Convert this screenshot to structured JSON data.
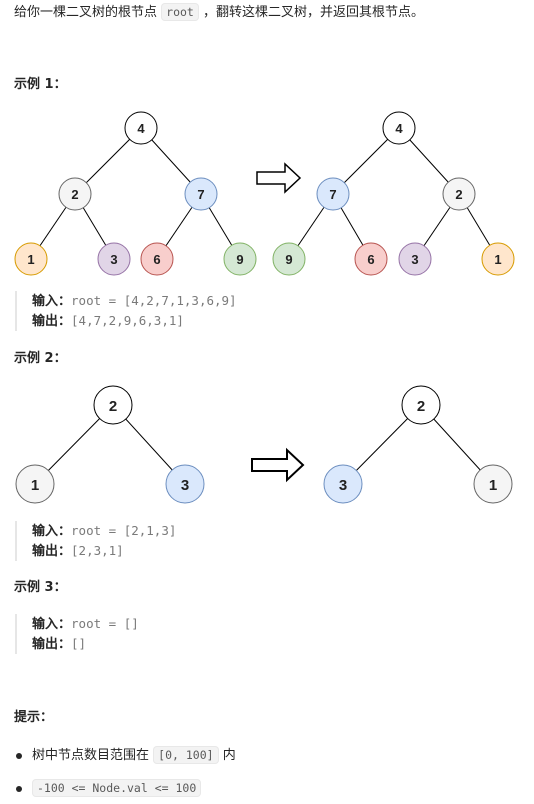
{
  "intro": {
    "prefix": "给你一棵二叉树的根节点",
    "code": "root",
    "suffix": "，翻转这棵二叉树，并返回其根节点。"
  },
  "examples": [
    {
      "heading": "示例 1：",
      "input_label": "输入：",
      "input_value": "root = [4,2,7,1,3,6,9]",
      "output_label": "输出：",
      "output_value": "[4,7,2,9,6,3,1]",
      "before_tree": [
        "4",
        "2",
        "7",
        "1",
        "3",
        "6",
        "9"
      ],
      "after_tree": [
        "4",
        "7",
        "2",
        "9",
        "6",
        "3",
        "1"
      ]
    },
    {
      "heading": "示例 2：",
      "input_label": "输入：",
      "input_value": "root = [2,1,3]",
      "output_label": "输出：",
      "output_value": "[2,3,1]",
      "before_tree": [
        "2",
        "1",
        "3"
      ],
      "after_tree": [
        "2",
        "3",
        "1"
      ]
    },
    {
      "heading": "示例 3：",
      "input_label": "输入：",
      "input_value": "root = []",
      "output_label": "输出：",
      "output_value": "[]"
    }
  ],
  "hints": {
    "heading": "提示：",
    "items": [
      {
        "prefix": "树中节点数目范围在",
        "code": "[0, 100]",
        "suffix": "内"
      },
      {
        "prefix": "",
        "code": "-100 <= Node.val <= 100",
        "suffix": ""
      }
    ]
  },
  "colors": {
    "white": "#ffffff",
    "gray": "#f5f5f5",
    "blue": "#dae8fc",
    "orange": "#ffe6cc",
    "purple": "#e1d5e7",
    "red": "#f8cecc",
    "green": "#d5e8d4"
  }
}
